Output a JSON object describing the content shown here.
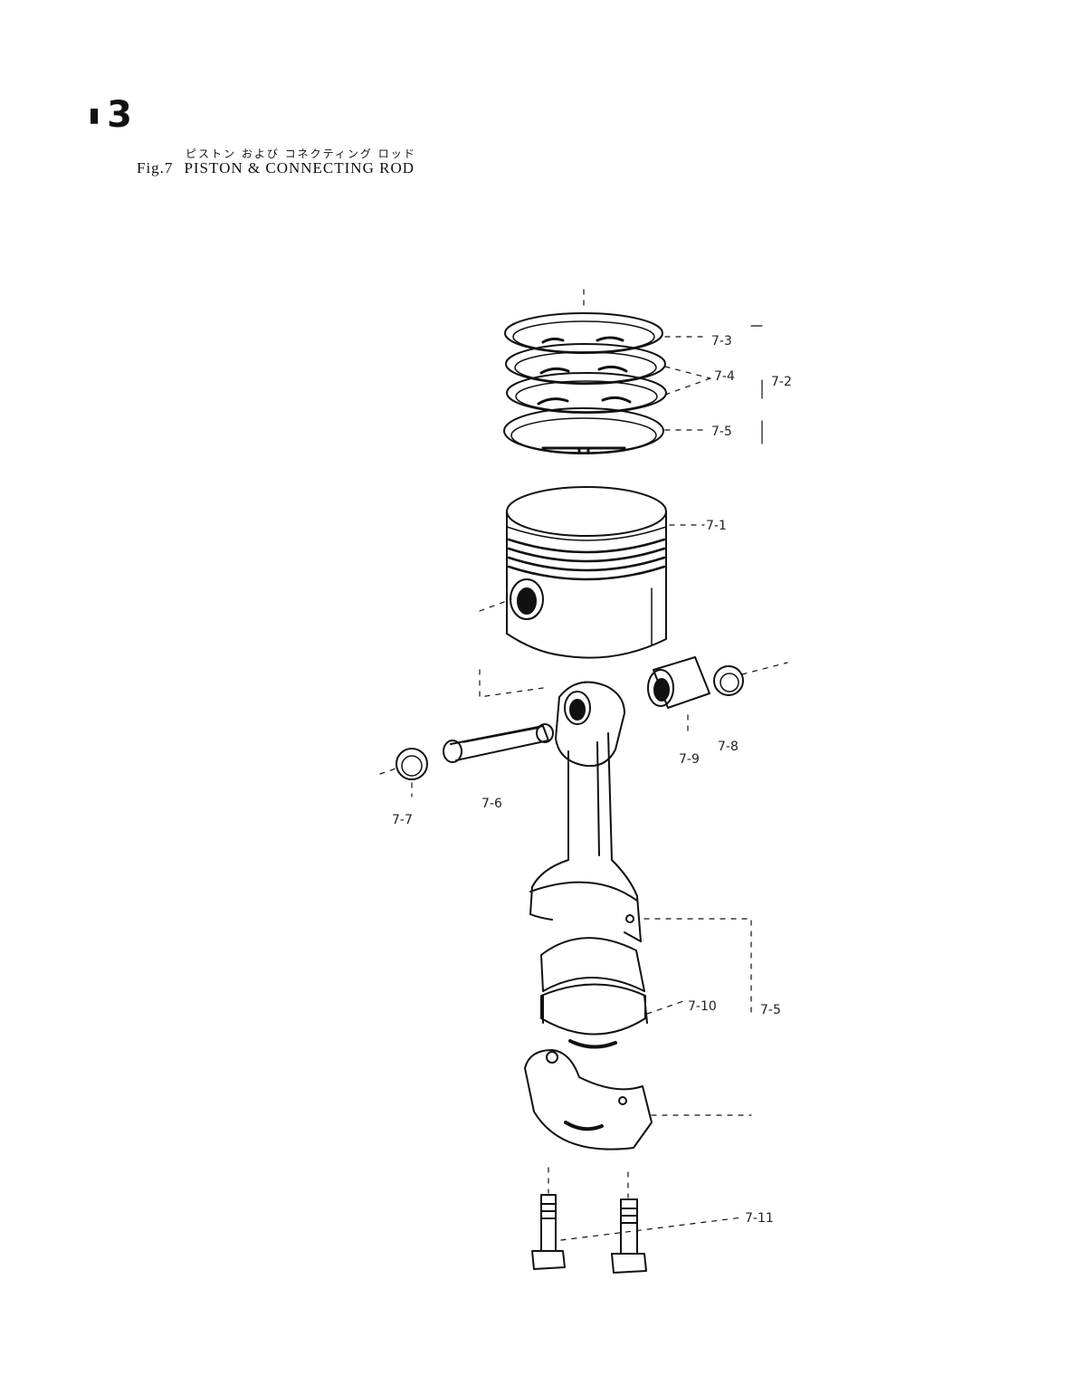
{
  "page": {
    "number": "3",
    "mark": "▮"
  },
  "title": {
    "japanese": "ピストン および コネクティング ロッド",
    "figure": "Fig.7",
    "english": "PISTON & CONNECTING ROD"
  },
  "parts": {
    "p7_1": "7-1",
    "p7_2": "7-2",
    "p7_3": "7-3",
    "p7_4": "7-4",
    "p7_5": "7-5",
    "p7_6": "7-6",
    "p7_7": "7-7",
    "p7_8": "7-8",
    "p7_9": "7-9",
    "p7_10": "7-10",
    "p7_11": "7-11",
    "p7_5b": "7-5"
  }
}
